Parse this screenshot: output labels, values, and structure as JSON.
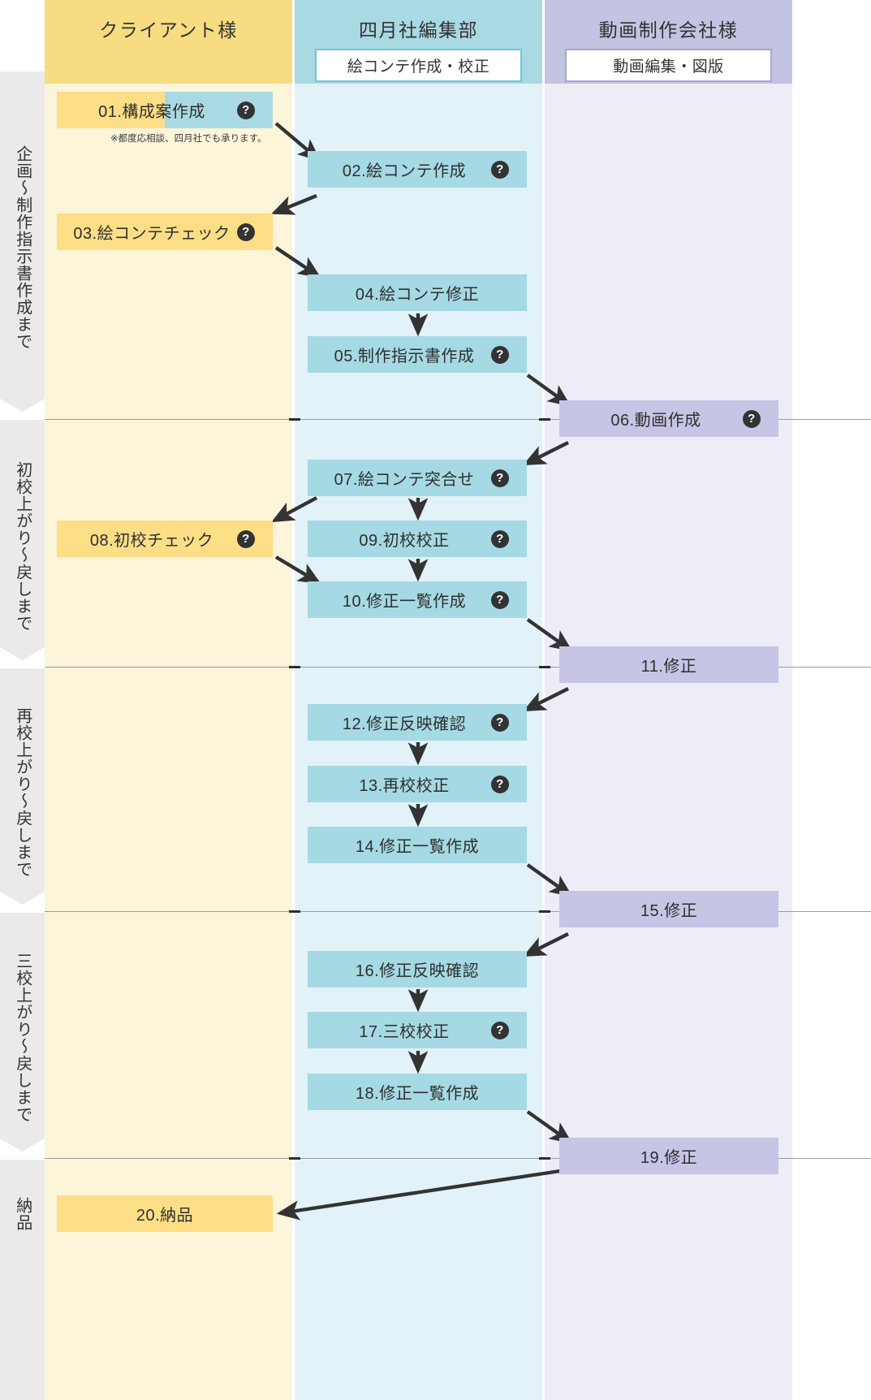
{
  "columns": [
    {
      "id": "client",
      "title": "クライアント様",
      "subtitle": ""
    },
    {
      "id": "editor",
      "title": "四月社編集部",
      "subtitle": "絵コンテ作成・校正"
    },
    {
      "id": "vendor",
      "title": "動画制作会社様",
      "subtitle": "動画編集・図版"
    }
  ],
  "phases": [
    {
      "label": "企画〜制作指示書作成まで"
    },
    {
      "label": "初校上がり〜戻しまで"
    },
    {
      "label": "再校上がり〜戻しまで"
    },
    {
      "label": "三校上がり〜戻しまで"
    },
    {
      "label": "納品"
    }
  ],
  "steps": [
    {
      "num": "01",
      "label": "01.構成案作成",
      "column": "client",
      "help": true
    },
    {
      "num": "02",
      "label": "02.絵コンテ作成",
      "column": "editor",
      "help": true
    },
    {
      "num": "03",
      "label": "03.絵コンテチェック",
      "column": "client",
      "help": true
    },
    {
      "num": "04",
      "label": "04.絵コンテ修正",
      "column": "editor",
      "help": false
    },
    {
      "num": "05",
      "label": "05.制作指示書作成",
      "column": "editor",
      "help": true
    },
    {
      "num": "06",
      "label": "06.動画作成",
      "column": "vendor",
      "help": true
    },
    {
      "num": "07",
      "label": "07.絵コンテ突合せ",
      "column": "editor",
      "help": true
    },
    {
      "num": "08",
      "label": "08.初校チェック",
      "column": "client",
      "help": true
    },
    {
      "num": "09",
      "label": "09.初校校正",
      "column": "editor",
      "help": true
    },
    {
      "num": "10",
      "label": "10.修正一覧作成",
      "column": "editor",
      "help": true
    },
    {
      "num": "11",
      "label": "11.修正",
      "column": "vendor",
      "help": false
    },
    {
      "num": "12",
      "label": "12.修正反映確認",
      "column": "editor",
      "help": true
    },
    {
      "num": "13",
      "label": "13.再校校正",
      "column": "editor",
      "help": true
    },
    {
      "num": "14",
      "label": "14.修正一覧作成",
      "column": "editor",
      "help": false
    },
    {
      "num": "15",
      "label": "15.修正",
      "column": "vendor",
      "help": false
    },
    {
      "num": "16",
      "label": "16.修正反映確認",
      "column": "editor",
      "help": false
    },
    {
      "num": "17",
      "label": "17.三校校正",
      "column": "editor",
      "help": true
    },
    {
      "num": "18",
      "label": "18.修正一覧作成",
      "column": "editor",
      "help": false
    },
    {
      "num": "19",
      "label": "19.修正",
      "column": "vendor",
      "help": false
    },
    {
      "num": "20",
      "label": "20.納品",
      "column": "client",
      "help": false
    }
  ],
  "notes": {
    "step01_note": "※都度応相談、四月社でも承ります。"
  },
  "help_badge": "?",
  "colors": {
    "client_header": "#f7dc82",
    "client_body": "#fdf5da",
    "client_box": "#fcde87",
    "editor_header": "#a9d9e3",
    "editor_body": "#e2f2f8",
    "editor_box": "#a5d9e3",
    "vendor_header": "#c3c3e2",
    "vendor_body": "#edecf7",
    "vendor_box": "#c6c5e5",
    "rail": "#eaeaec",
    "arrow": "#333333"
  }
}
